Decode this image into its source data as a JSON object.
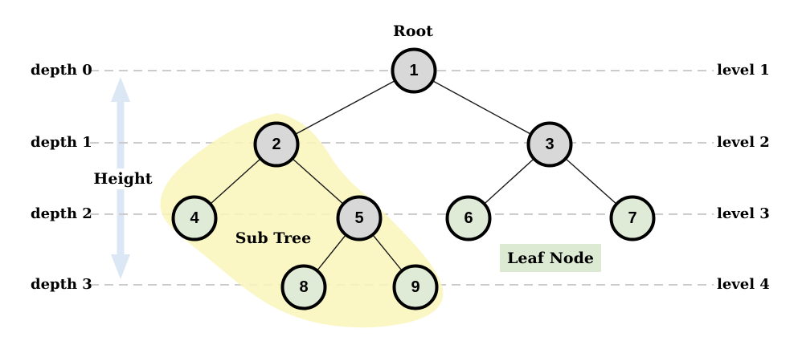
{
  "labels": {
    "root": "Root",
    "height": "Height",
    "subtree": "Sub Tree",
    "leaf_node": "Leaf Node"
  },
  "depths": [
    "depth 0",
    "depth 1",
    "depth 2",
    "depth 3"
  ],
  "levels": [
    "level 1",
    "level 2",
    "level 3",
    "level 4"
  ],
  "nodes": [
    {
      "label": "1",
      "kind": "internal",
      "depth": 0
    },
    {
      "label": "2",
      "kind": "internal",
      "depth": 1
    },
    {
      "label": "3",
      "kind": "internal",
      "depth": 1
    },
    {
      "label": "4",
      "kind": "leaf",
      "depth": 2
    },
    {
      "label": "5",
      "kind": "internal",
      "depth": 2
    },
    {
      "label": "6",
      "kind": "leaf",
      "depth": 2
    },
    {
      "label": "7",
      "kind": "leaf",
      "depth": 2
    },
    {
      "label": "8",
      "kind": "leaf",
      "depth": 3
    },
    {
      "label": "9",
      "kind": "leaf",
      "depth": 3
    }
  ],
  "edges": [
    "1-2",
    "1-3",
    "2-4",
    "2-5",
    "3-6",
    "3-7",
    "5-8",
    "5-9"
  ],
  "subtree_nodes": [
    "2",
    "4",
    "5",
    "8",
    "9"
  ],
  "colors": {
    "internal_node_fill": "#d8d8d8",
    "leaf_node_fill": "#dfead7",
    "node_border": "#000000",
    "edge_color": "#1a1a1a",
    "dashed_line": "#cccccc",
    "subtree_highlight": "#f9f6bb",
    "height_arrow": "#dbe7f4",
    "leaf_label_bg": "#dcead4"
  }
}
